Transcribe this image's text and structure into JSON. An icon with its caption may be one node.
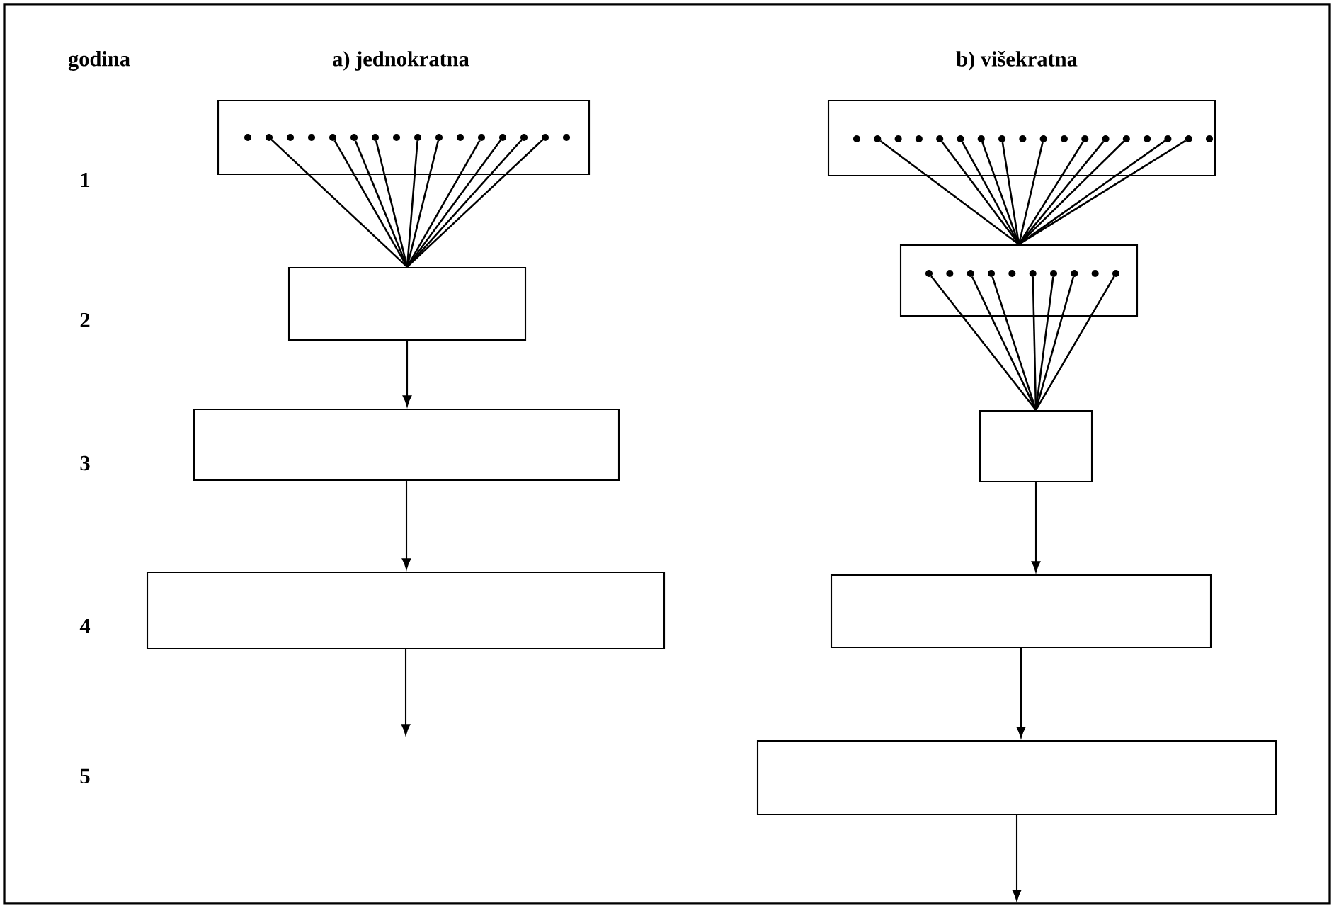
{
  "diagram": {
    "nodes": [
      {
        "text": [],
        "shape": "box"
      },
      {
        "text": [],
        "shape": "circle",
        "in": 0
      },
      {
        "text": [],
        "shape": "circle",
        "in": 0
      },
      {
        "text": [],
        "shape": "circle",
        "in": 0
      },
      {
        "text": [],
        "shape": "circle",
        "in": 0
      },
      {
        "text": [],
        "shape": "circle",
        "in": 0
      },
      {
        "text": [],
        "shape": "circle",
        "in": 0
      },
      {
        "text": [],
        "shape": "circle",
        "in": 0
      },
      {
        "text": [],
        "shape": "circle",
        "in": 0
      },
      {
        "text": [],
        "shape": "circle",
        "in": 0
      },
      {
        "text": [],
        "shape": "circle",
        "in": 0
      },
      {
        "text": [],
        "shape": "circle",
        "in": 0
      },
      {
        "text": [],
        "shape": "circle",
        "in": 0
      },
      {
        "text": [],
        "shape": "circle",
        "in": 0
      },
      {
        "text": [],
        "shape": "circle",
        "in": 0
      },
      {
        "text": [],
        "shape": "circle",
        "in": 0
      },
      {
        "text": [],
        "shape": "circle",
        "in": 0
      },
      {
        "text": [],
        "shape": "box"
      },
      {
        "text": [],
        "shape": "box"
      },
      {
        "text": [],
        "shape": "box"
      },
      {
        "text": [],
        "shape": "box"
      },
      {
        "text": [],
        "shape": "circle",
        "in": 20
      },
      {
        "text": [],
        "shape": "circle",
        "in": 20
      },
      {
        "text": [],
        "shape": "circle",
        "in": 20
      },
      {
        "text": [],
        "shape": "circle",
        "in": 20
      },
      {
        "text": [],
        "shape": "circle",
        "in": 20
      },
      {
        "text": [],
        "shape": "circle",
        "in": 20
      },
      {
        "text": [],
        "shape": "circle",
        "in": 20
      },
      {
        "text": [],
        "shape": "circle",
        "in": 20
      },
      {
        "text": [],
        "shape": "circle",
        "in": 20
      },
      {
        "text": [],
        "shape": "circle",
        "in": 20
      },
      {
        "text": [],
        "shape": "circle",
        "in": 20
      },
      {
        "text": [],
        "shape": "circle",
        "in": 20
      },
      {
        "text": [],
        "shape": "circle",
        "in": 20
      },
      {
        "text": [],
        "shape": "circle",
        "in": 20
      },
      {
        "text": [],
        "shape": "circle",
        "in": 20
      },
      {
        "text": [],
        "shape": "circle",
        "in": 20
      },
      {
        "text": [],
        "shape": "circle",
        "in": 20
      },
      {
        "text": [],
        "shape": "circle",
        "in": 20
      },
      {
        "text": [],
        "shape": "box"
      },
      {
        "text": [],
        "shape": "circle",
        "in": 39
      },
      {
        "text": [],
        "shape": "circle",
        "in": 39
      },
      {
        "text": [],
        "shape": "circle",
        "in": 39
      },
      {
        "text": [],
        "shape": "circle",
        "in": 39
      },
      {
        "text": [],
        "shape": "circle",
        "in": 39
      },
      {
        "text": [],
        "shape": "circle",
        "in": 39
      },
      {
        "text": [],
        "shape": "circle",
        "in": 39
      },
      {
        "text": [],
        "shape": "circle",
        "in": 39
      },
      {
        "text": [],
        "shape": "circle",
        "in": 39
      },
      {
        "text": [],
        "shape": "circle",
        "in": 39
      },
      {
        "text": [],
        "shape": "box"
      },
      {
        "text": [],
        "shape": "box"
      },
      {
        "text": [],
        "shape": "box"
      }
    ],
    "edges": [
      {
        "from": 2,
        "to": 17,
        "arrow": "none"
      },
      {
        "from": 5,
        "to": 17,
        "arrow": "none"
      },
      {
        "from": 6,
        "to": 17,
        "arrow": "none"
      },
      {
        "from": 7,
        "to": 17,
        "arrow": "none"
      },
      {
        "from": 9,
        "to": 17,
        "arrow": "none"
      },
      {
        "from": 10,
        "to": 17,
        "arrow": "none"
      },
      {
        "from": 12,
        "to": 17,
        "arrow": "none"
      },
      {
        "from": 13,
        "to": 17,
        "arrow": "none"
      },
      {
        "from": 14,
        "to": 17,
        "arrow": "none"
      },
      {
        "from": 15,
        "to": 17,
        "arrow": "none"
      },
      {
        "from": 17,
        "to": 18,
        "arrow": "to"
      },
      {
        "from": 18,
        "to": 19,
        "arrow": "to"
      },
      {
        "from": 19,
        "to": null,
        "arrow": "to"
      },
      {
        "from": 22,
        "to": 39,
        "arrow": "none"
      },
      {
        "from": 25,
        "to": 39,
        "arrow": "none"
      },
      {
        "from": 26,
        "to": 39,
        "arrow": "none"
      },
      {
        "from": 27,
        "to": 39,
        "arrow": "none"
      },
      {
        "from": 28,
        "to": 39,
        "arrow": "none"
      },
      {
        "from": 30,
        "to": 39,
        "arrow": "none"
      },
      {
        "from": 32,
        "to": 39,
        "arrow": "none"
      },
      {
        "from": 33,
        "to": 39,
        "arrow": "none"
      },
      {
        "from": 34,
        "to": 39,
        "arrow": "none"
      },
      {
        "from": 36,
        "to": 39,
        "arrow": "none"
      },
      {
        "from": 37,
        "to": 39,
        "arrow": "none"
      },
      {
        "from": 40,
        "to": 50,
        "arrow": "none"
      },
      {
        "from": 42,
        "to": 50,
        "arrow": "none"
      },
      {
        "from": 43,
        "to": 50,
        "arrow": "none"
      },
      {
        "from": 45,
        "to": 50,
        "arrow": "none"
      },
      {
        "from": 46,
        "to": 50,
        "arrow": "none"
      },
      {
        "from": 47,
        "to": 50,
        "arrow": "none"
      },
      {
        "from": 49,
        "to": 50,
        "arrow": "none"
      },
      {
        "from": 50,
        "to": 51,
        "arrow": "to"
      },
      {
        "from": 51,
        "to": 52,
        "arrow": "to"
      },
      {
        "from": 52,
        "to": null,
        "arrow": "to"
      }
    ],
    "labels": [
      "godina",
      "a) jednokratna",
      "b) višekratna",
      "1",
      "2",
      "3",
      "4",
      "5"
    ]
  }
}
